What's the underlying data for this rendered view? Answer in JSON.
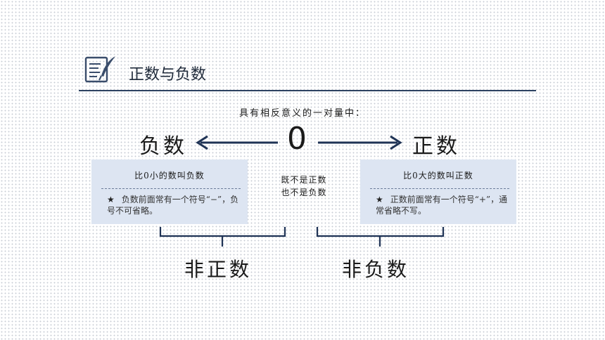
{
  "header": {
    "title": "正数与负数",
    "icon": "document-quill-icon",
    "accent_color": "#2d4261"
  },
  "subtitle": "具有相反意义的一对量中：",
  "number_line": {
    "negative_label": "负数",
    "zero_label": "0",
    "positive_label": "正数",
    "arrow_color": "#1f3355"
  },
  "negative_box": {
    "heading": "比0小的数叫负数",
    "star": "★",
    "note": "负数前面常有一个符号“−”，负号不可省略。",
    "bg_color": "#dde5f2"
  },
  "zero_note": {
    "line1": "既不是正数",
    "line2": "也不是负数"
  },
  "positive_box": {
    "heading": "比0大的数叫正数",
    "star": "★",
    "note": "正数前面常有一个符号“+”，通常省略不写。",
    "bg_color": "#dde5f2"
  },
  "groups": {
    "non_positive": "非正数",
    "non_negative": "非负数"
  }
}
